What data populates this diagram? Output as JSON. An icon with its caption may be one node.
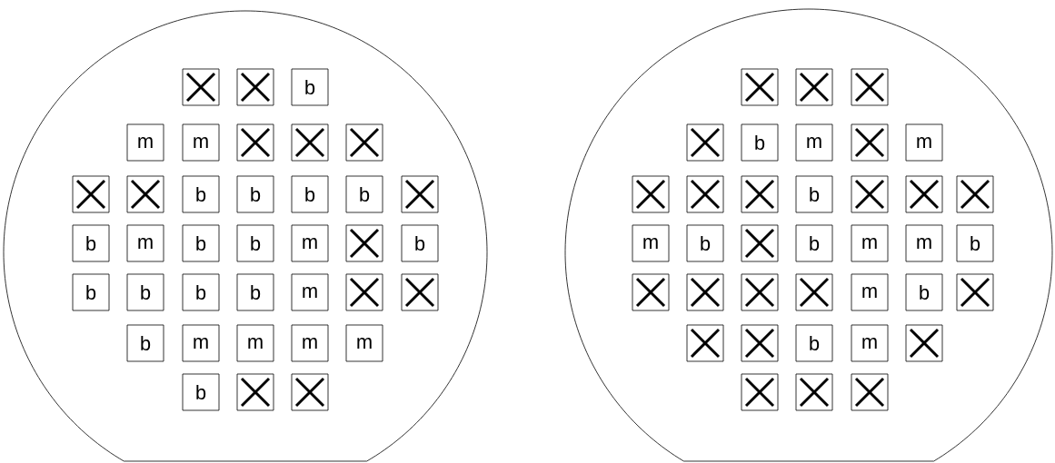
{
  "diagram": {
    "nodes": [
      {
        "text": [],
        "shape": "circle"
      },
      {
        "text": [],
        "shape": "cross",
        "in": 0
      },
      {
        "text": [],
        "shape": "cross",
        "in": 0
      },
      {
        "text": [
          "b"
        ],
        "in": 0
      },
      {
        "text": [
          "m"
        ],
        "in": 0
      },
      {
        "text": [
          "m"
        ],
        "in": 0
      },
      {
        "text": [],
        "shape": "cross",
        "in": 0
      },
      {
        "text": [],
        "shape": "cross",
        "in": 0
      },
      {
        "text": [],
        "shape": "cross",
        "in": 0
      },
      {
        "text": [],
        "shape": "cross",
        "in": 0
      },
      {
        "text": [],
        "shape": "cross",
        "in": 0
      },
      {
        "text": [
          "b"
        ],
        "in": 0
      },
      {
        "text": [
          "b"
        ],
        "in": 0
      },
      {
        "text": [
          "b"
        ],
        "in": 0
      },
      {
        "text": [
          "b"
        ],
        "in": 0
      },
      {
        "text": [],
        "shape": "cross",
        "in": 0
      },
      {
        "text": [
          "b"
        ],
        "in": 0
      },
      {
        "text": [
          "m"
        ],
        "in": 0
      },
      {
        "text": [
          "b"
        ],
        "in": 0
      },
      {
        "text": [
          "b"
        ],
        "in": 0
      },
      {
        "text": [
          "m"
        ],
        "in": 0
      },
      {
        "text": [],
        "shape": "cross",
        "in": 0
      },
      {
        "text": [
          "b"
        ],
        "in": 0
      },
      {
        "text": [
          "b"
        ],
        "in": 0
      },
      {
        "text": [
          "b"
        ],
        "in": 0
      },
      {
        "text": [
          "b"
        ],
        "in": 0
      },
      {
        "text": [
          "b"
        ],
        "in": 0
      },
      {
        "text": [
          "m"
        ],
        "in": 0
      },
      {
        "text": [],
        "shape": "cross",
        "in": 0
      },
      {
        "text": [],
        "shape": "cross",
        "in": 0
      },
      {
        "text": [
          "b"
        ],
        "in": 0
      },
      {
        "text": [
          "m"
        ],
        "in": 0
      },
      {
        "text": [
          "m"
        ],
        "in": 0
      },
      {
        "text": [
          "m"
        ],
        "in": 0
      },
      {
        "text": [
          "m"
        ],
        "in": 0
      },
      {
        "text": [
          "b"
        ],
        "in": 0
      },
      {
        "text": [],
        "shape": "cross",
        "in": 0
      },
      {
        "text": [],
        "shape": "cross",
        "in": 0
      },
      {
        "text": [],
        "shape": "circle"
      },
      {
        "text": [],
        "shape": "cross",
        "in": 38
      },
      {
        "text": [],
        "shape": "cross",
        "in": 38
      },
      {
        "text": [],
        "shape": "cross",
        "in": 38
      },
      {
        "text": [],
        "shape": "cross",
        "in": 38
      },
      {
        "text": [
          "b"
        ],
        "in": 38
      },
      {
        "text": [
          "m"
        ],
        "in": 38
      },
      {
        "text": [],
        "shape": "cross",
        "in": 38
      },
      {
        "text": [
          "m"
        ],
        "in": 38
      },
      {
        "text": [],
        "shape": "cross",
        "in": 38
      },
      {
        "text": [],
        "shape": "cross",
        "in": 38
      },
      {
        "text": [],
        "shape": "cross",
        "in": 38
      },
      {
        "text": [
          "b"
        ],
        "in": 38
      },
      {
        "text": [],
        "shape": "cross",
        "in": 38
      },
      {
        "text": [],
        "shape": "cross",
        "in": 38
      },
      {
        "text": [],
        "shape": "cross",
        "in": 38
      },
      {
        "text": [
          "m"
        ],
        "in": 38
      },
      {
        "text": [
          "b"
        ],
        "in": 38
      },
      {
        "text": [],
        "shape": "cross",
        "in": 38
      },
      {
        "text": [
          "b"
        ],
        "in": 38
      },
      {
        "text": [
          "m"
        ],
        "in": 38
      },
      {
        "text": [
          "m"
        ],
        "in": 38
      },
      {
        "text": [
          "b"
        ],
        "in": 38
      },
      {
        "text": [],
        "shape": "cross",
        "in": 38
      },
      {
        "text": [],
        "shape": "cross",
        "in": 38
      },
      {
        "text": [],
        "shape": "cross",
        "in": 38
      },
      {
        "text": [],
        "shape": "cross",
        "in": 38
      },
      {
        "text": [
          "m"
        ],
        "in": 38
      },
      {
        "text": [
          "b"
        ],
        "in": 38
      },
      {
        "text": [],
        "shape": "cross",
        "in": 38
      },
      {
        "text": [],
        "shape": "cross",
        "in": 38
      },
      {
        "text": [],
        "shape": "cross",
        "in": 38
      },
      {
        "text": [
          "b"
        ],
        "in": 38
      },
      {
        "text": [
          "m"
        ],
        "in": 38
      },
      {
        "text": [],
        "shape": "cross",
        "in": 38
      },
      {
        "text": [],
        "shape": "cross",
        "in": 38
      },
      {
        "text": [],
        "shape": "cross",
        "in": 38
      },
      {
        "text": [],
        "shape": "cross",
        "in": 38
      }
    ]
  }
}
